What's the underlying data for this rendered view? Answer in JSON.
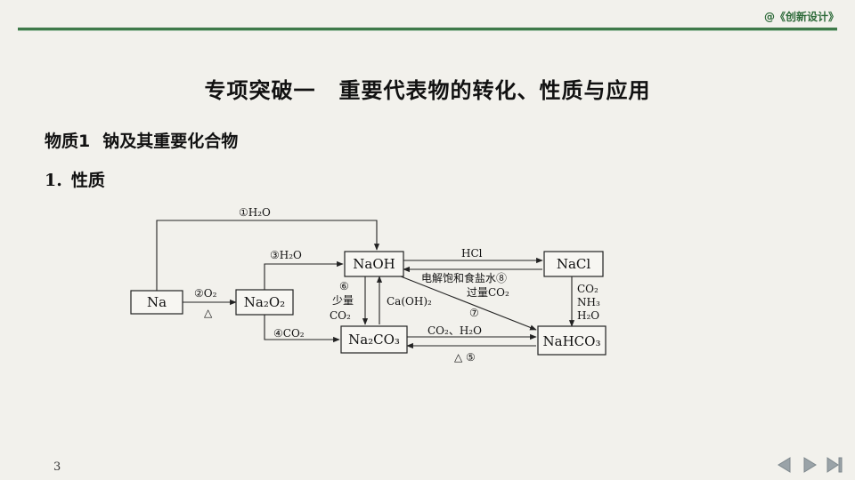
{
  "brand": "@《创新设计》",
  "title_part1": "专项突破一",
  "title_part2": "重要代表物的转化、性质与应用",
  "section_label": "物质1",
  "section_text": "钠及其重要化合物",
  "sub_num": "1.",
  "sub_text": "性质",
  "diagram": {
    "nodes": {
      "na": "Na",
      "na2o2": "Na₂O₂",
      "naoh": "NaOH",
      "nacl": "NaCl",
      "na2co3": "Na₂CO₃",
      "nahco3": "NaHCO₃"
    },
    "labels": {
      "r1": "①H₂O",
      "r2_top": "②O₂",
      "r2_bottom": "△",
      "r3": "③H₂O",
      "r4": "④CO₂",
      "hcl": "HCl",
      "electrolysis": "电解饱和食盐水⑧",
      "excess_co2": "过量CO₂",
      "r6_num": "⑥",
      "r6_line1": "少量",
      "r6_line2": "CO₂",
      "caoh2": "Ca(OH)₂",
      "r7": "⑦",
      "co2_h2o": "CO₂、H₂O",
      "r5": "△  ⑤",
      "nh3_line1": "CO₂",
      "nh3_line2": "NH₃",
      "nh3_line3": "H₂O"
    }
  },
  "page_number": "3",
  "nav": {
    "prev_icon": "prev-triangle-icon",
    "next_icon": "next-triangle-icon",
    "end_icon": "last-page-icon"
  },
  "colors": {
    "rule": "#3f7a4a",
    "brand": "#2e6b3a",
    "nav": "#9aa3a8"
  }
}
